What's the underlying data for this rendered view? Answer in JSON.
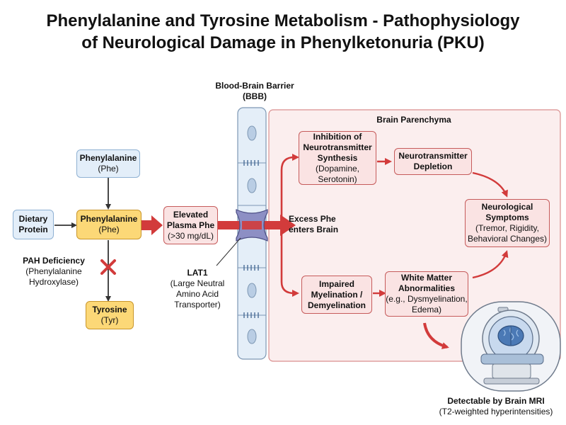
{
  "title": {
    "line1": "Phenylalanine and Tyrosine Metabolism - Pathophysiology",
    "line2": "of Neurological Damage in Phenylketonuria (PKU)"
  },
  "nodes": {
    "phe_top": {
      "name": "Phenylalanine",
      "sub": "(Phe)"
    },
    "dietary": {
      "line1": "Dietary",
      "line2": "Protein"
    },
    "phe_main": {
      "name": "Phenylalanine",
      "sub": "(Phe)"
    },
    "tyrosine": {
      "name": "Tyrosine",
      "sub": "(Tyr)"
    },
    "elevated": {
      "line1": "Elevated",
      "line2": "Plasma Phe",
      "sub": "(>30 mg/dL)"
    },
    "inhibition": {
      "line1": "Inhibition of",
      "line2": "Neurotransmitter",
      "line3": "Synthesis",
      "sub1": "(Dopamine,",
      "sub2": "Serotonin)"
    },
    "depletion": {
      "line1": "Neurotransmitter",
      "line2": "Depletion"
    },
    "symptoms": {
      "line1": "Neurological",
      "line2": "Symptoms",
      "sub1": "(Tremor, Rigidity,",
      "sub2": "Behavioral Changes)"
    },
    "myelination": {
      "line1": "Impaired",
      "line2": "Myelination /",
      "line3": "Demyelination"
    },
    "white_matter": {
      "line1": "White Matter",
      "line2": "Abnormalities",
      "sub1": "(e.g., Dysmyelination,",
      "sub2": "Edema)"
    }
  },
  "labels": {
    "pah": {
      "name": "PAH Deficiency",
      "sub1": "(Phenylalanine",
      "sub2": "Hydroxylase)"
    },
    "bbb": {
      "line1": "Blood-Brain Barrier",
      "line2": "(BBB)"
    },
    "parenchyma": "Brain Parenchyma",
    "excess": {
      "line1": "Excess Phe",
      "line2": "enters Brain"
    },
    "lat1": {
      "name": "LAT1",
      "sub1": "(Large Neutral",
      "sub2": "Amino Acid",
      "sub3": "Transporter)"
    },
    "mri": {
      "name": "Detectable by Brain MRI",
      "sub": "(T2-weighted hyperintensities)"
    }
  },
  "colors": {
    "arrow_red": "#d23b3b",
    "arrow_dark": "#333333",
    "parenchyma_bg": "#fbeeee",
    "parenchyma_border": "#d98f8f",
    "bbb_fill": "#e4eef8",
    "bbb_border": "#7d97b3",
    "lat1_fill": "#8d8fc4"
  },
  "icons": [
    "block-x-icon",
    "lat1-transporter-icon",
    "mri-scanner-icon",
    "brain-icon"
  ]
}
